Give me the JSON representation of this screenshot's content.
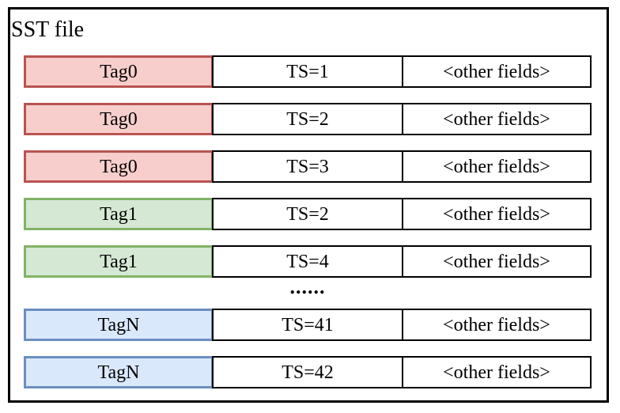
{
  "diagram": {
    "title": "SST file",
    "ellipsis": "......",
    "colors": {
      "red": {
        "fill": "#f8cecc",
        "border": "#b85450"
      },
      "green": {
        "fill": "#d5e8d4",
        "border": "#82b366"
      },
      "blue": {
        "fill": "#dae8fc",
        "border": "#6c8ebf"
      },
      "frame_border": "#000000",
      "cell_border": "#000000"
    },
    "rows": [
      {
        "tag": "Tag0",
        "ts": "TS=1",
        "other": "<other fields>",
        "color": "red"
      },
      {
        "tag": "Tag0",
        "ts": "TS=2",
        "other": "<other fields>",
        "color": "red"
      },
      {
        "tag": "Tag0",
        "ts": "TS=3",
        "other": "<other fields>",
        "color": "red"
      },
      {
        "tag": "Tag1",
        "ts": "TS=2",
        "other": "<other fields>",
        "color": "green"
      },
      {
        "tag": "Tag1",
        "ts": "TS=4",
        "other": "<other fields>",
        "color": "green"
      },
      {
        "tag": "TagN",
        "ts": "TS=41",
        "other": "<other fields>",
        "color": "blue"
      },
      {
        "tag": "TagN",
        "ts": "TS=42",
        "other": "<other fields>",
        "color": "blue"
      }
    ]
  }
}
